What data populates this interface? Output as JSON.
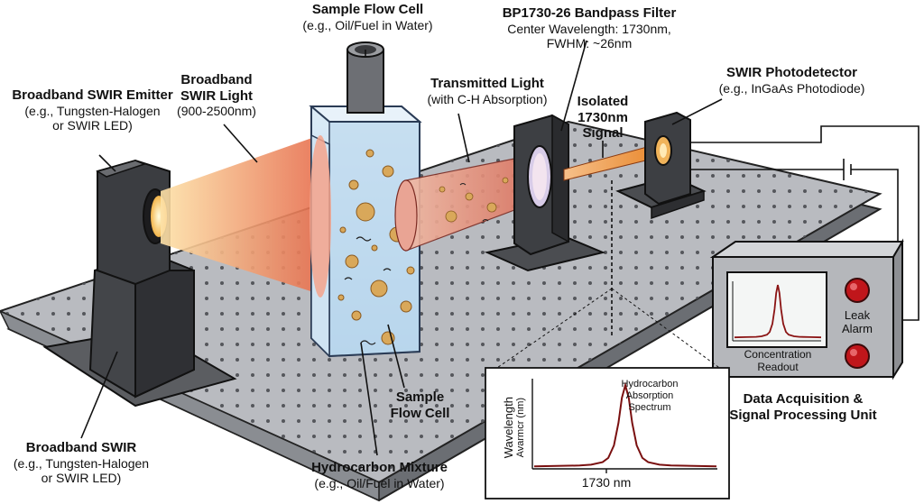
{
  "labels": {
    "emitter_top": {
      "title": "Broadband SWIR Emitter",
      "line1": "(e.g., Tungsten-Halogen",
      "line2": "or SWIR LED)"
    },
    "emitter_bottom": {
      "title": "Broadband SWIR",
      "line1": "(e.g., Tungsten-Halogen",
      "line2": "or SWIR LED)"
    },
    "broadband_light": {
      "line1": "Broadband",
      "line2": "SWIR Light",
      "line3": "(900-2500nm)"
    },
    "flow_cell_top": {
      "title": "Sample Flow Cell",
      "line1": "(e.g., Oil/Fuel in Water)"
    },
    "flow_cell_bottom": {
      "line1": "Sample",
      "line2": "Flow Cell"
    },
    "mixture": {
      "title": "Hydrocarbon Mixture",
      "line1": "(e.g., Oil/Fuel in Water)"
    },
    "transmitted": {
      "title": "Transmitted Light",
      "line1": "(with C-H Absorption)"
    },
    "filter": {
      "title": "BP1730-26 Bandpass Filter",
      "line1": "Center Wavelength: 1730nm,",
      "line2": "FWHM: ~26nm"
    },
    "isolated": {
      "line1": "Isolated",
      "line2": "1730nm",
      "line3": "Signal"
    },
    "detector": {
      "title": "SWIR Photodetector",
      "line1": "(e.g., InGaAs Photodiode)"
    },
    "daq": {
      "line1": "Data Acquisition &",
      "line2": "Signal Processing Unit"
    }
  },
  "daq_panel": {
    "screen_caption_1": "Concentration",
    "screen_caption_2": "Readout",
    "alarm_1": "Leak",
    "alarm_2": "Alarm"
  },
  "chart_data": {
    "type": "line",
    "title": "Hydrocarbon Absorption Spectrum",
    "annotation": [
      "Hydrocarbon",
      "Absorption",
      "Spectrum"
    ],
    "xlabel": "1730 nm",
    "ylabel": "Wavelength",
    "ylabel_sub": "Avarmcr (nm)",
    "x": [
      1650,
      1670,
      1690,
      1700,
      1710,
      1715,
      1720,
      1724,
      1727,
      1730,
      1733,
      1736,
      1740,
      1745,
      1750,
      1760,
      1770,
      1790,
      1810
    ],
    "y": [
      0.03,
      0.035,
      0.04,
      0.05,
      0.08,
      0.13,
      0.28,
      0.55,
      0.85,
      1.0,
      0.85,
      0.55,
      0.28,
      0.13,
      0.08,
      0.05,
      0.04,
      0.035,
      0.03
    ],
    "xlim": [
      1650,
      1810
    ],
    "ylim": [
      0,
      1.1
    ]
  }
}
